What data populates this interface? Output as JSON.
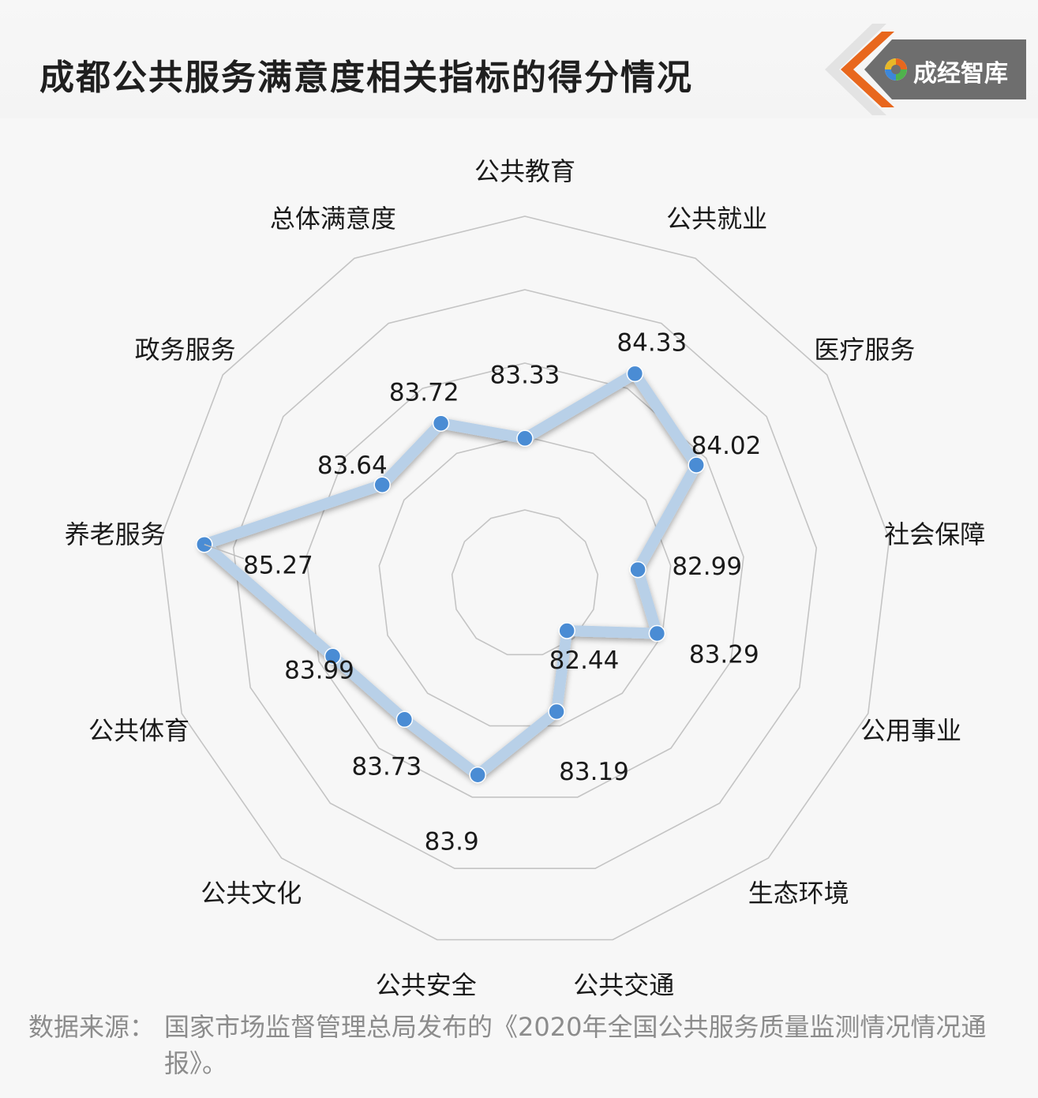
{
  "title": "成都公共服务满意度相关指标的得分情况",
  "logo": {
    "text": "成经智库",
    "accent_color": "#e8671d",
    "panel_color": "#6e6e6e"
  },
  "source": {
    "label": "数据来源：",
    "text": "国家市场监督管理总局发布的《2020年全国公共服务质量监测情况情况通报》。"
  },
  "chart_data": {
    "type": "radar",
    "categories": [
      "公共教育",
      "公共就业",
      "医疗服务",
      "社会保障",
      "公用事业",
      "生态环境",
      "公共交通",
      "公共安全",
      "公共文化",
      "公共体育",
      "养老服务",
      "政务服务",
      "总体满意度"
    ],
    "values": [
      83.33,
      84.33,
      84.02,
      82.99,
      83.29,
      82.44,
      83.19,
      83.9,
      83.73,
      83.99,
      85.27,
      83.64,
      83.72
    ],
    "data_labels": [
      "83.33",
      "84.33",
      "84.02",
      "82.99",
      "83.29",
      "82.44",
      "83.19",
      "83.9",
      "83.73",
      "83.99",
      "85.27",
      "83.64",
      "83.72"
    ],
    "rmin": 81.75,
    "rmax": 85.75,
    "rings": 5,
    "line_color": "#b8d0e8",
    "point_color": "#4a8cd4",
    "grid_color": "#c4c4c4"
  }
}
